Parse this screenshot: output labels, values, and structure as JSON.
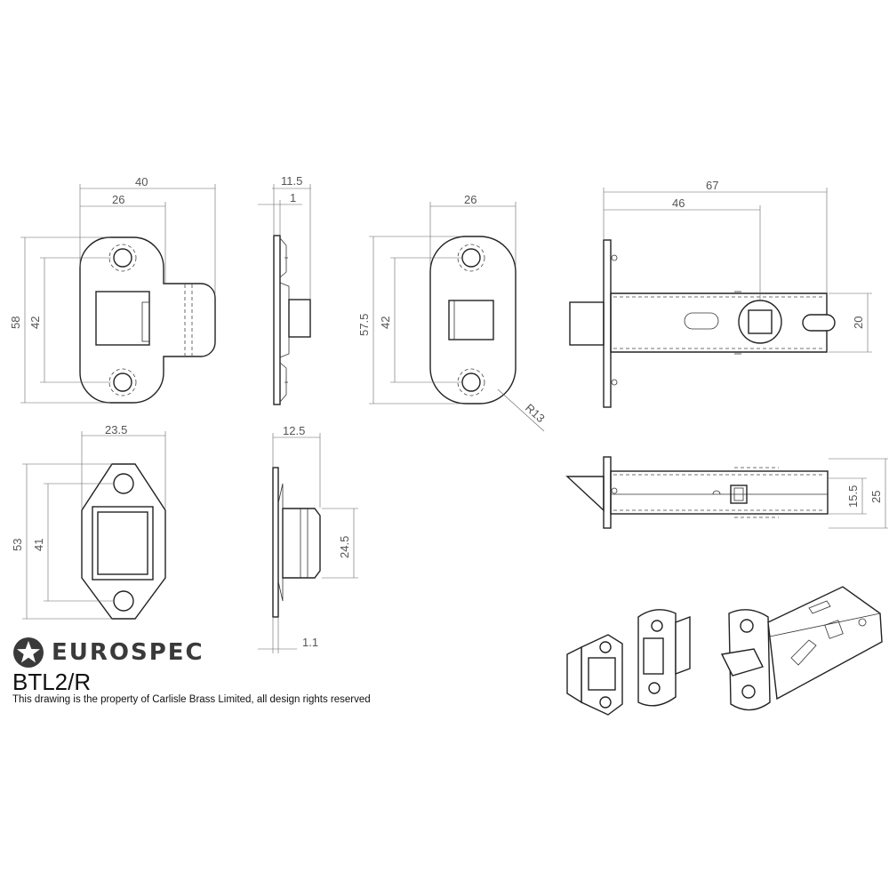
{
  "brand": {
    "name": "EUROSPEC",
    "logo_icon": "star-in-circle-icon",
    "color": "#3a3a3a"
  },
  "model": "BTL2/R",
  "copyright": "This drawing is the property of Carlisle Brass Limited, all design rights reserved",
  "dimensions": {
    "fp_width": "40",
    "fp_hole_spacing_h": "26",
    "fp_height": "58",
    "fp_hole_spacing_v": "42",
    "side_depth": "11.5",
    "side_plate": "1",
    "face_width": "26",
    "face_height": "57.5",
    "face_hole_spacing": "42",
    "face_radius": "R13",
    "body_length": "67",
    "backset": "46",
    "body_height": "20",
    "strike_width": "23.5",
    "strike_height": "53",
    "strike_hole_spacing": "41",
    "box_depth": "12.5",
    "box_height": "24.5",
    "strike_plate": "1.1",
    "bolt_height": "15.5",
    "body_width": "25"
  }
}
